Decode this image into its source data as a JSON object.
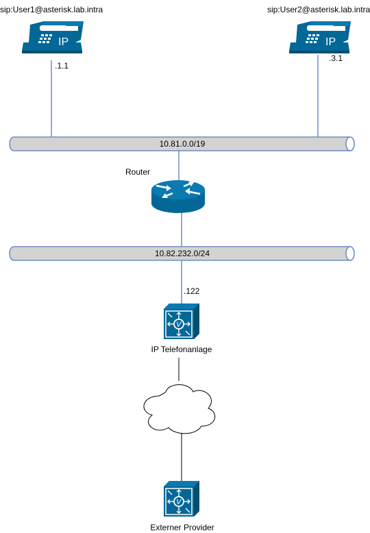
{
  "colors": {
    "link": "#6c8ebf",
    "bus_fill": "#d3d3d3",
    "bus_stroke": "#6c8ebf",
    "device": "#036897",
    "cloud_stroke": "#000000",
    "wire": "#000000"
  },
  "phones": [
    {
      "name": "sip:User1@asterisk.lab.intra",
      "address": ".1.1",
      "icon": "ip-phone-icon"
    },
    {
      "name": "sip:User2@asterisk.lab.intra",
      "address": ".3.1",
      "icon": "ip-phone-icon"
    }
  ],
  "networks": [
    {
      "label": "10.81.0.0/19"
    },
    {
      "label": "10.82.232.0/24"
    }
  ],
  "router": {
    "label": "Router",
    "icon": "router-icon"
  },
  "pbx": {
    "label": "IP Telefonanlage",
    "address": ".122",
    "icon": "pbx-icon"
  },
  "cloud": {
    "icon": "cloud-icon"
  },
  "provider": {
    "label": "Externer Provider",
    "icon": "pbx-icon"
  }
}
